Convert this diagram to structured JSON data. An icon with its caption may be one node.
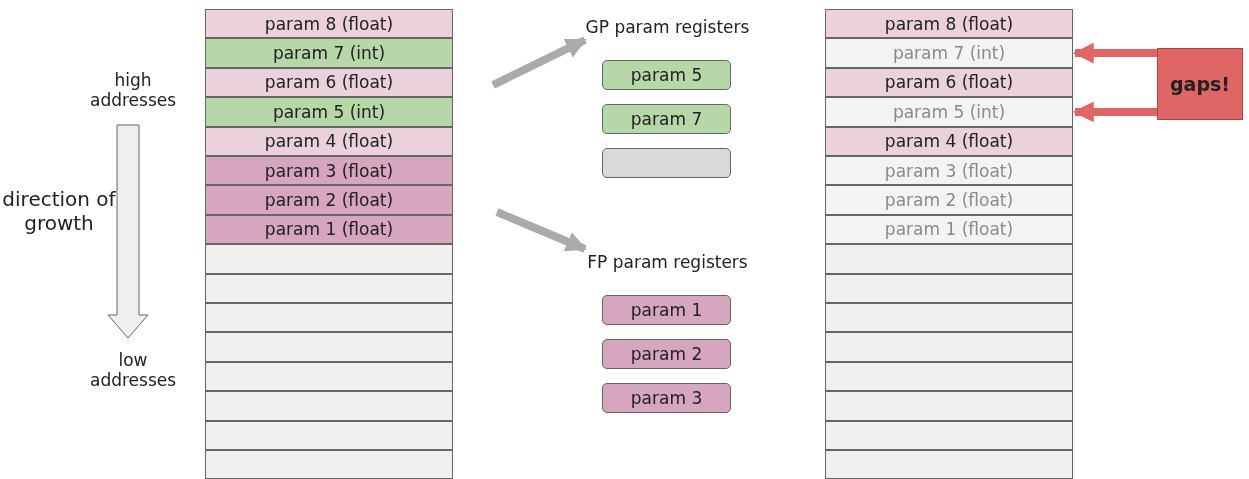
{
  "diagram": {
    "nodes": [
      {
        "text": [
          "param 8 (float)"
        ]
      },
      {
        "text": [
          "param 7 (int)"
        ]
      },
      {
        "text": [
          "param 6 (float)"
        ]
      },
      {
        "text": [
          "param 5 (int)"
        ]
      },
      {
        "text": [
          "param 4 (float)"
        ]
      },
      {
        "text": [
          "param 3 (float)"
        ]
      },
      {
        "text": [
          "param 2 (float)"
        ]
      },
      {
        "text": [
          "param 1 (float)"
        ]
      },
      {
        "text": [],
        "shape": "box"
      },
      {
        "text": [],
        "shape": "box"
      },
      {
        "text": [],
        "shape": "box"
      },
      {
        "text": [],
        "shape": "box"
      },
      {
        "text": [],
        "shape": "box"
      },
      {
        "text": [],
        "shape": "box"
      },
      {
        "text": [],
        "shape": "box"
      },
      {
        "text": [],
        "shape": "box"
      },
      {
        "text": [
          "GP param registers"
        ]
      },
      {
        "text": [
          "param 5"
        ]
      },
      {
        "text": [
          "param 7"
        ]
      },
      {
        "text": [],
        "shape": "box"
      },
      {
        "text": [
          "FP param registers"
        ]
      },
      {
        "text": [
          "param 1"
        ]
      },
      {
        "text": [
          "param 2"
        ]
      },
      {
        "text": [
          "param 3"
        ]
      },
      {
        "text": [
          "param 8 (float)"
        ]
      },
      {
        "text": [
          "param 7 (int)"
        ]
      },
      {
        "text": [
          "param 6 (float)"
        ]
      },
      {
        "text": [
          "param 5 (int)"
        ]
      },
      {
        "text": [
          "param 4 (float)"
        ]
      },
      {
        "text": [
          "param 3 (float)"
        ]
      },
      {
        "text": [
          "param 2 (float)"
        ]
      },
      {
        "text": [
          "param 1 (float)"
        ]
      },
      {
        "text": [],
        "shape": "box"
      },
      {
        "text": [],
        "shape": "box"
      },
      {
        "text": [],
        "shape": "box"
      },
      {
        "text": [],
        "shape": "box"
      },
      {
        "text": [],
        "shape": "box"
      },
      {
        "text": [],
        "shape": "box"
      },
      {
        "text": [],
        "shape": "box"
      },
      {
        "text": [],
        "shape": "box"
      },
      {
        "text": [
          "gaps!"
        ]
      }
    ],
    "edges": [
      {
        "from": null,
        "to": 16,
        "arrow": "to"
      },
      {
        "from": null,
        "to": 20,
        "arrow": "to"
      },
      {
        "from": 40,
        "to": 25,
        "arrow": "to",
        "color": "#e06666"
      },
      {
        "from": 40,
        "to": 27,
        "arrow": "to",
        "color": "#e06666"
      }
    ],
    "labels": [
      "high addresses",
      "direction of growth",
      "low addresses"
    ]
  }
}
